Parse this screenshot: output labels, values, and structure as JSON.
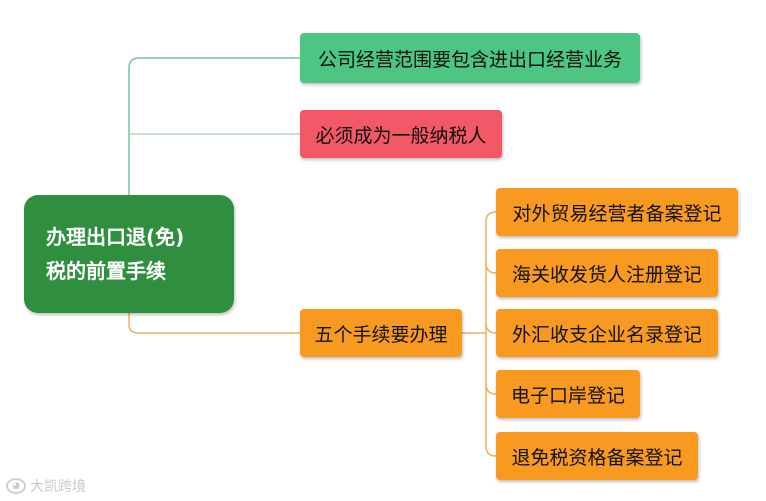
{
  "root": {
    "line1": "办理出口退(免)",
    "line2": "税的前置手续"
  },
  "branches": [
    {
      "label": "公司经营范围要包含进出口经营业务",
      "color": "#4dc583"
    },
    {
      "label": "必须成为一般纳税人",
      "color": "#f25866"
    },
    {
      "label": "五个手续要办理",
      "color": "#f79a1f"
    }
  ],
  "procedures": [
    "对外贸易经营者备案登记",
    "海关收发货人注册登记",
    "外汇收支企业名录登记",
    "电子口岸登记",
    "退免税资格备案登记"
  ],
  "watermark": {
    "text": "大凯跨境",
    "icon": "logo-icon"
  },
  "colors": {
    "root": "#2f8f3f",
    "connector_green": "#6fbf8f",
    "connector_orange": "#f0b060"
  }
}
